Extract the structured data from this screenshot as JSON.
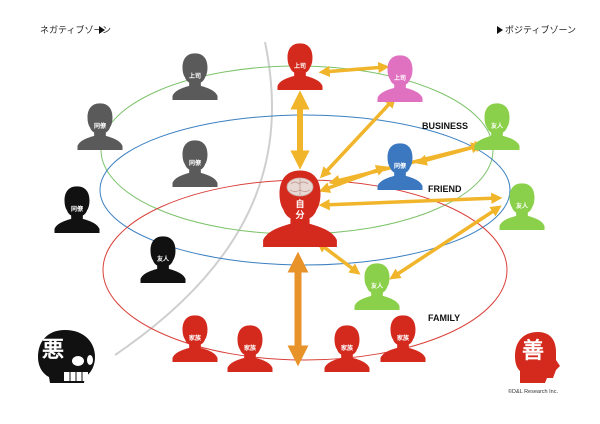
{
  "zones": {
    "negative": "ネガティブゾーン",
    "positive": "ポジティブゾーン"
  },
  "rings": {
    "business": "BUSINESS",
    "friend": "FRIEND",
    "family": "FAMILY"
  },
  "symbols": {
    "evil": "悪",
    "good": "善"
  },
  "credit": "©D&L Research Inc.",
  "colors": {
    "ring_business": "#7dc36b",
    "ring_friend": "#3a7fc1",
    "ring_family": "#d9413a",
    "arrow_orange": "#e8922a",
    "arrow_yellow": "#f0b52a",
    "head_red": "#d42a1e",
    "head_gray": "#5a5a5a",
    "head_black": "#111111",
    "head_pink": "#e070c0",
    "head_blue": "#3b78c0",
    "head_green": "#8ad04a"
  },
  "people": [
    {
      "id": "boss-red",
      "label": "上司",
      "color": "#d42a1e"
    },
    {
      "id": "boss-pink",
      "label": "上司",
      "color": "#e070c0"
    },
    {
      "id": "boss-gray",
      "label": "上司",
      "color": "#5a5a5a"
    },
    {
      "id": "colleague-gray-1",
      "label": "同僚",
      "color": "#5a5a5a"
    },
    {
      "id": "colleague-gray-2",
      "label": "同僚",
      "color": "#5a5a5a"
    },
    {
      "id": "colleague-black",
      "label": "同僚",
      "color": "#111111"
    },
    {
      "id": "colleague-blue",
      "label": "同僚",
      "color": "#3b78c0"
    },
    {
      "id": "friend-green-1",
      "label": "友人",
      "color": "#8ad04a"
    },
    {
      "id": "friend-green-2",
      "label": "友人",
      "color": "#8ad04a"
    },
    {
      "id": "friend-green-3",
      "label": "友人",
      "color": "#8ad04a"
    },
    {
      "id": "friend-black",
      "label": "友人",
      "color": "#111111"
    },
    {
      "id": "family-1",
      "label": "家族",
      "color": "#d42a1e"
    },
    {
      "id": "family-2",
      "label": "家族",
      "color": "#d42a1e"
    },
    {
      "id": "family-3",
      "label": "家族",
      "color": "#d42a1e"
    },
    {
      "id": "family-4",
      "label": "家族",
      "color": "#d42a1e"
    }
  ],
  "self": {
    "label_top": "自",
    "label_bottom": "分",
    "color": "#d42a1e"
  }
}
